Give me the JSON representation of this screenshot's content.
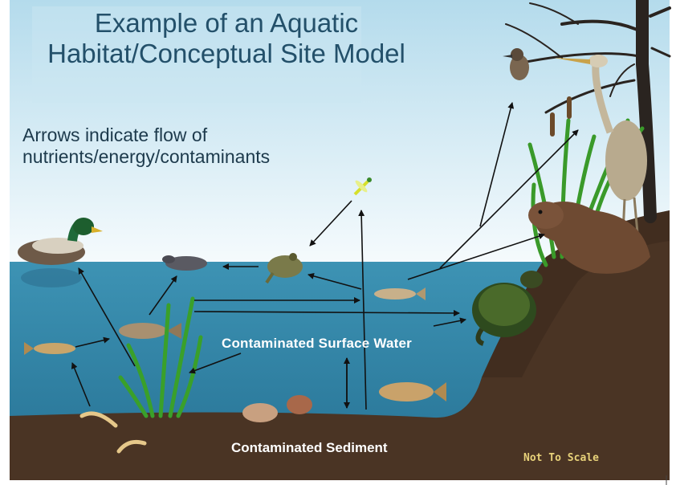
{
  "title_line1": "Example of an Aquatic",
  "title_line2": "Habitat/Conceptual Site Model",
  "subtitle_line1": "Arrows indicate flow of",
  "subtitle_line2": "nutrients/energy/contaminants",
  "water_label": "Contaminated Surface Water",
  "sediment_label": "Contaminated Sediment",
  "scale_note": "Not To Scale",
  "colors": {
    "sky_top": "#b8dced",
    "water": "#3a8fb0",
    "sediment": "#4a3424",
    "title_text": "#23506a",
    "scale_text": "#e8d27a"
  }
}
